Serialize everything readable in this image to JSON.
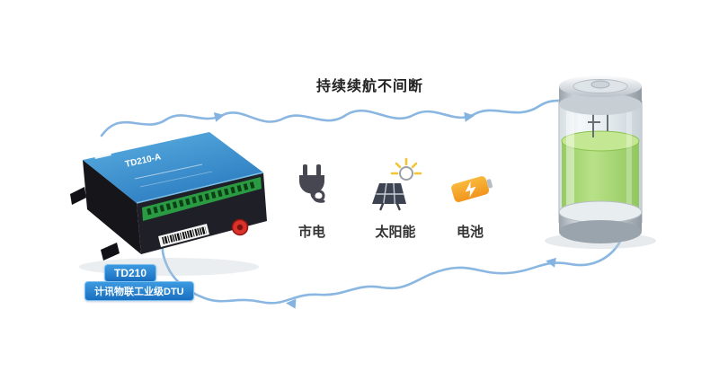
{
  "title": "持续续航不间断",
  "device": {
    "top_text": "TD210-A",
    "badge_model": "TD210",
    "badge_type": "计讯物联工业级DTU"
  },
  "power_sources": [
    {
      "label": "市电",
      "icon": "plug-icon"
    },
    {
      "label": "太阳能",
      "icon": "solar-panel-icon"
    },
    {
      "label": "电池",
      "icon": "battery-icon"
    }
  ],
  "battery_illustration": {
    "liquid_color": "#a8d96f"
  },
  "colors": {
    "flow_line": "#84b3e0",
    "arrow": "#84b3e0",
    "badge_bg": "#1f86d8",
    "device_top": "#3f97d3",
    "terminal_green": "#2a9a43",
    "knob_red": "#d8322a",
    "battery_icon_orange": "#f7a52b"
  }
}
